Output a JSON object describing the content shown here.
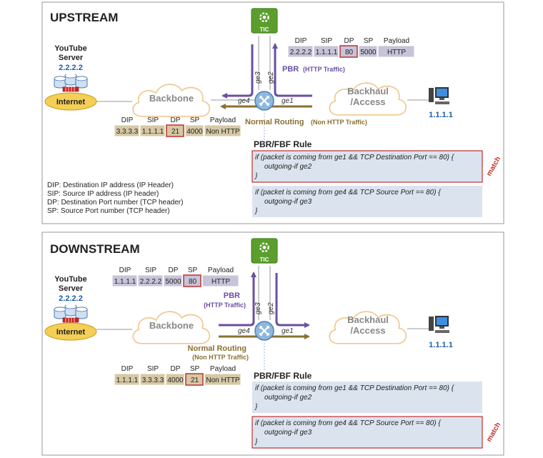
{
  "colors": {
    "pbr": "#6a4fa0",
    "normal": "#8a7030",
    "dip_cell": "#c7c3d9",
    "tan_cell": "#d6c8a4",
    "rule_bg": "#dbe3ef",
    "match_border": "#c0302e",
    "tic": "#5c9e2e"
  },
  "legend": [
    "DIP: Destination IP address (IP Header)",
    "SIP: Source IP address (IP header)",
    "DP: Destination Port number (TCP header)",
    "SP: Source Port number (TCP header)"
  ],
  "upstream": {
    "title": "UPSTREAM",
    "server_label": [
      "YouTube",
      "Server"
    ],
    "server_ip": "2.2.2.2",
    "internet_label": "Internet",
    "backbone_label": "Backbone",
    "backhaul_label": [
      "Backhaul",
      "/Access"
    ],
    "client_ip": "1.1.1.1",
    "tic_label": "TIC",
    "ifaces": {
      "ge1": "ge1",
      "ge2": "ge2",
      "ge3": "ge3",
      "ge4": "ge4"
    },
    "pbr_label": "PBR",
    "pbr_sub": "(HTTP Traffic)",
    "normal_label": "Normal Routing",
    "normal_sub": "(Non HTTP Traffic)",
    "http_packet": {
      "headers": [
        "DIP",
        "SIP",
        "DP",
        "SP",
        "Payload"
      ],
      "values": [
        "2.2.2.2",
        "1.1.1.1",
        "80",
        "5000",
        "HTTP"
      ]
    },
    "non_http_packet": {
      "headers": [
        "DIP",
        "SIP",
        "DP",
        "SP",
        "Payload"
      ],
      "values": [
        "3.3.3.3",
        "1.1.1.1",
        "21",
        "4000",
        "Non HTTP"
      ]
    },
    "rule_title": "PBR/FBF Rule",
    "rules": [
      {
        "lines": [
          "if (packet is coming from ge1 && TCP Destination Port == 80) {",
          "outgoing-if ge2",
          "}"
        ],
        "matched": true
      },
      {
        "lines": [
          "if (packet is coming from ge4 && TCP Source Port == 80) {",
          "outgoing-if ge3",
          "}"
        ],
        "matched": false
      }
    ],
    "match_label": "match"
  },
  "downstream": {
    "title": "DOWNSTREAM",
    "server_label": [
      "YouTube",
      "Server"
    ],
    "server_ip": "2.2.2.2",
    "internet_label": "Internet",
    "backbone_label": "Backbone",
    "backhaul_label": [
      "Backhaul",
      "/Access"
    ],
    "client_ip": "1.1.1.1",
    "tic_label": "TIC",
    "ifaces": {
      "ge1": "ge1",
      "ge2": "ge2",
      "ge3": "ge3",
      "ge4": "ge4"
    },
    "pbr_label": "PBR",
    "pbr_sub": "(HTTP Traffic)",
    "normal_label": "Normal Routing",
    "normal_sub": "(Non HTTP Traffic)",
    "http_packet": {
      "headers": [
        "DIP",
        "SIP",
        "DP",
        "SP",
        "Payload"
      ],
      "values": [
        "1.1.1.1",
        "2.2.2.2",
        "5000",
        "80",
        "HTTP"
      ]
    },
    "non_http_packet": {
      "headers": [
        "DIP",
        "SIP",
        "DP",
        "SP",
        "Payload"
      ],
      "values": [
        "1.1.1.1",
        "3.3.3.3",
        "4000",
        "21",
        "Non HTTP"
      ]
    },
    "rule_title": "PBR/FBF Rule",
    "rules": [
      {
        "lines": [
          "if (packet is coming from ge1 && TCP Destination Port == 80) {",
          "outgoing-if ge2",
          "}"
        ],
        "matched": false
      },
      {
        "lines": [
          "if (packet is coming from ge4 && TCP Source Port == 80) {",
          "outgoing-if ge3",
          "}"
        ],
        "matched": true
      }
    ],
    "match_label": "match"
  }
}
